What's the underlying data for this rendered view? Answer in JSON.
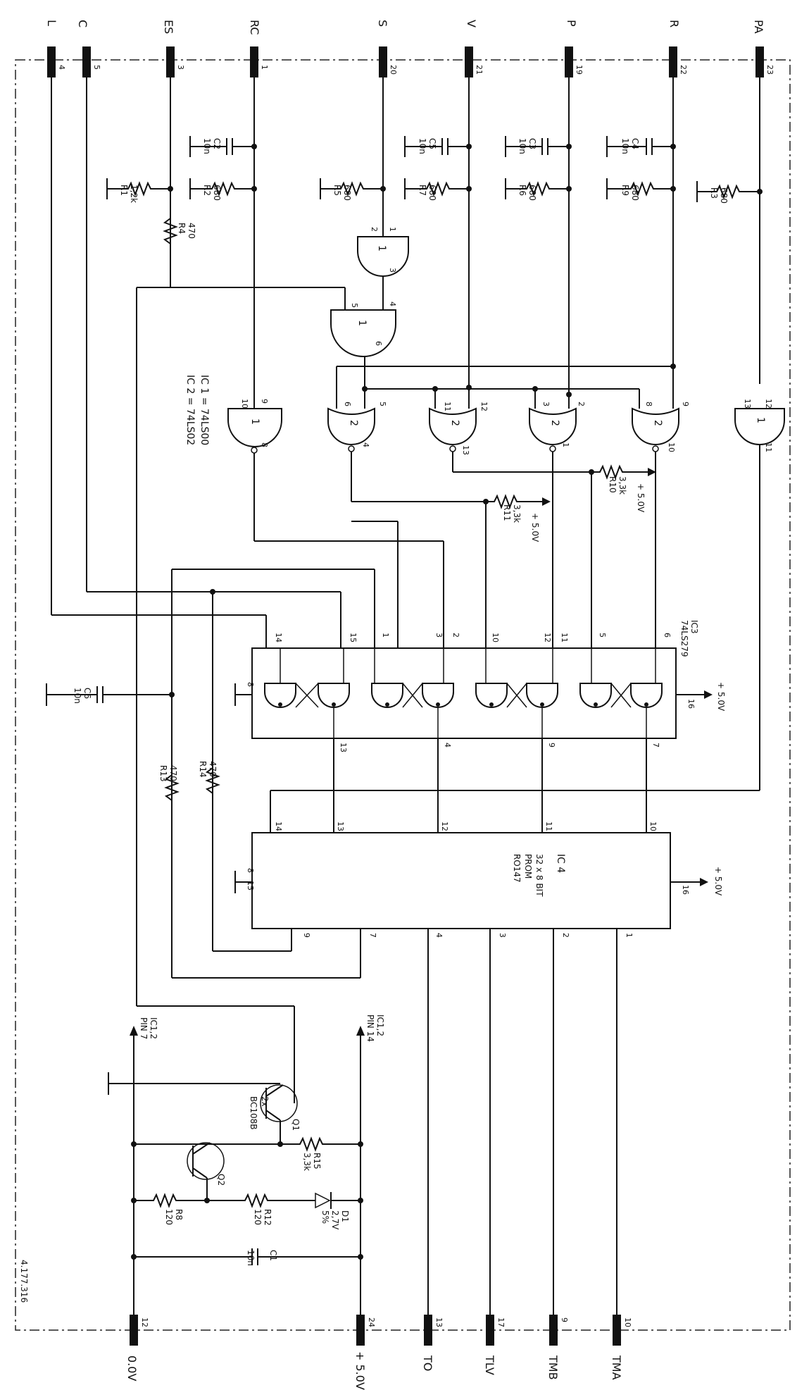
{
  "connector": {
    "top": [
      {
        "name": "L",
        "pin": "4"
      },
      {
        "name": "C",
        "pin": "5"
      },
      {
        "name": "ES",
        "pin": "3"
      },
      {
        "name": "RC",
        "pin": "1"
      },
      {
        "name": "S",
        "pin": "20"
      },
      {
        "name": "V",
        "pin": "21"
      },
      {
        "name": "P",
        "pin": "19"
      },
      {
        "name": "R",
        "pin": "22"
      },
      {
        "name": "PA",
        "pin": "23"
      }
    ],
    "bottom": [
      {
        "name": "0.0V",
        "pin": "12"
      },
      {
        "name": "+ 5.0V",
        "pin": "24"
      },
      {
        "name": "TO",
        "pin": "13"
      },
      {
        "name": "TLV",
        "pin": "17"
      },
      {
        "name": "TMB",
        "pin": "9"
      },
      {
        "name": "TMA",
        "pin": "10"
      }
    ]
  },
  "components": {
    "C2": {
      "ref": "C2",
      "value": "10n"
    },
    "C5": {
      "ref": "C5",
      "value": "10n"
    },
    "C3": {
      "ref": "C3",
      "value": "10n"
    },
    "C4": {
      "ref": "C4",
      "value": "10n"
    },
    "C6": {
      "ref": "C6",
      "value": "10n"
    },
    "C1": {
      "ref": "C1",
      "value": "10n"
    },
    "R1": {
      "ref": "R1",
      "value": "1,2k"
    },
    "R2": {
      "ref": "R2",
      "value": "680"
    },
    "R4": {
      "ref": "R4",
      "value": "470"
    },
    "R5": {
      "ref": "R5",
      "value": "680"
    },
    "R7": {
      "ref": "R7",
      "value": "680"
    },
    "R6": {
      "ref": "R6",
      "value": "680"
    },
    "R9": {
      "ref": "R9",
      "value": "680"
    },
    "R3": {
      "ref": "R3",
      "value": "680"
    },
    "R10": {
      "ref": "R10",
      "value": "3,3k"
    },
    "R11": {
      "ref": "R11",
      "value": "3,3k"
    },
    "R13": {
      "ref": "R13",
      "value": "470"
    },
    "R14": {
      "ref": "R14",
      "value": "470"
    },
    "R15": {
      "ref": "R15",
      "value": "3,3k"
    },
    "R8": {
      "ref": "R8",
      "value": "120"
    },
    "R12": {
      "ref": "R12",
      "value": "120"
    },
    "D1": {
      "ref": "D1",
      "value": "2,7V",
      "tolerance": "5%"
    },
    "Q1": {
      "ref": "Q1"
    },
    "Q2": {
      "ref": "Q2"
    }
  },
  "chips": {
    "ic1": "IC 1 = 74LS00",
    "ic2": "IC 2 = 74LS02",
    "ic3_ref": "IC3",
    "ic3_type": "74LS279",
    "ic4_ref": "IC 4",
    "ic4_desc": "32 x 8 BIT",
    "ic4_type": "PROM",
    "ic4_part": "RO147",
    "transistors": "2x",
    "transistor_type": "BC108B"
  },
  "supply": {
    "plus5": "+ 5.0V",
    "ic12_pin14_a": "IC1,2",
    "ic12_pin14_b": "PIN 14",
    "ic12_pin7_a": "IC1,2",
    "ic12_pin7_b": "PIN 7"
  },
  "gates": {
    "g1a": {
      "num": "1",
      "pins": [
        "1",
        "2",
        "3"
      ]
    },
    "g1b": {
      "num": "1",
      "pins": [
        "5",
        "4",
        "6"
      ]
    },
    "g1c": {
      "num": "1",
      "pins": [
        "10",
        "9",
        "8"
      ]
    },
    "g2a": {
      "num": "2",
      "pins": [
        "6",
        "5",
        "4"
      ]
    },
    "g2b": {
      "num": "2",
      "pins": [
        "11",
        "12",
        "13"
      ]
    },
    "g2c": {
      "num": "2",
      "pins": [
        "3",
        "2",
        "1"
      ]
    },
    "g2d": {
      "num": "2",
      "pins": [
        "8",
        "9",
        "10"
      ]
    },
    "g1d": {
      "num": "1",
      "pins": [
        "13",
        "12",
        "11"
      ]
    }
  },
  "ic3_pins": {
    "top": [
      "14",
      "15",
      "1",
      "3",
      "2",
      "10",
      "12",
      "11",
      "5",
      "6"
    ],
    "bottom": [
      "13",
      "4",
      "9",
      "7"
    ],
    "gnd": "8",
    "vcc": "16"
  },
  "ic4_pins": {
    "top": [
      "14",
      "13",
      "12",
      "11",
      "10"
    ],
    "bottom": [
      "9",
      "7",
      "4",
      "3",
      "2",
      "1"
    ],
    "gnd": "8",
    "gnd2": "15",
    "vcc": "16"
  },
  "drawing_number": "4.177.316"
}
